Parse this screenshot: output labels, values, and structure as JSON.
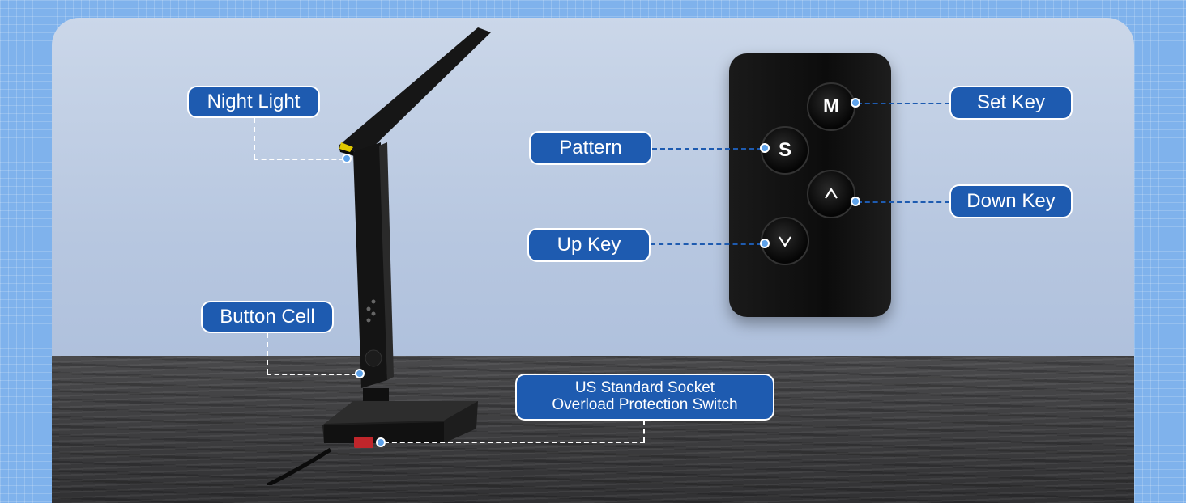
{
  "callouts": {
    "night_light": "Night Light",
    "button_cell": "Button Cell",
    "pattern": "Pattern",
    "up_key": "Up Key",
    "set_key": "Set Key",
    "down_key": "Down Key",
    "socket_line1": "US Standard Socket",
    "socket_line2": "Overload Protection Switch"
  },
  "remote": {
    "m_key": "M",
    "s_key": "S"
  },
  "icons": {
    "up": "chevron-up-icon",
    "down": "chevron-down-icon"
  },
  "colors": {
    "callout_bg": "#1e5bb0",
    "dot": "#5ea2ea",
    "background": "#7fb2ec"
  }
}
